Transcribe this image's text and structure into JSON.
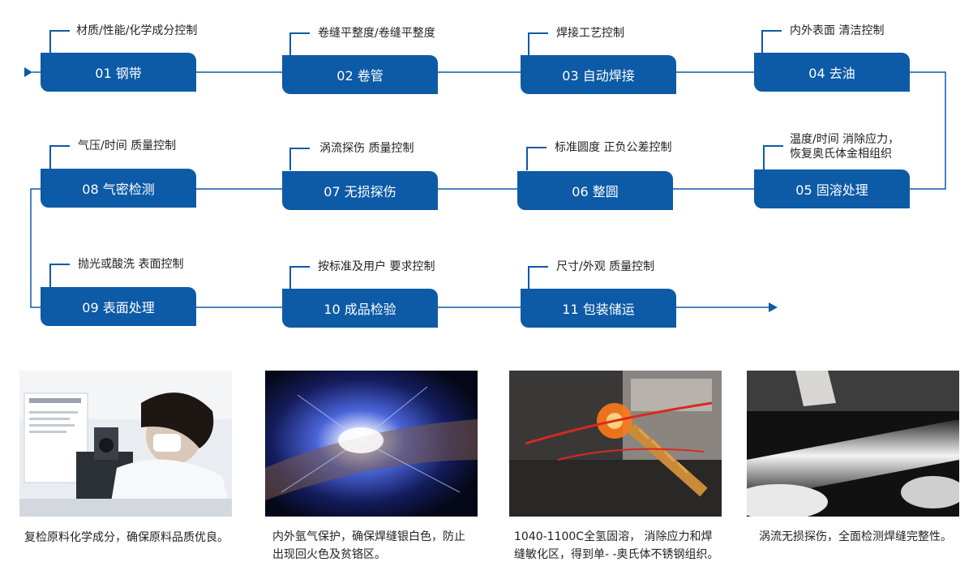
{
  "steps": [
    {
      "label": "01 钢带",
      "note": "材质/性能/化学成分控制"
    },
    {
      "label": "02 卷管",
      "note": "卷缝平整度/卷缝平整度"
    },
    {
      "label": "03 自动焊接",
      "note": "焊接工艺控制"
    },
    {
      "label": "04 去油",
      "note": "内外表面 清洁控制"
    },
    {
      "label": "05 固溶处理",
      "note_lines": [
        "温度/时间 消除应力，",
        "恢复奥氏体金相组织"
      ]
    },
    {
      "label": "06 整圆",
      "note": "标准圆度 正负公差控制"
    },
    {
      "label": "07 无损探伤",
      "note": "涡流探伤 质量控制"
    },
    {
      "label": "08 气密检测",
      "note": "气压/时间  质量控制"
    },
    {
      "label": "09 表面处理",
      "note": "抛光或酸洗  表面控制"
    },
    {
      "label": "10 成品检验",
      "note": "按标准及用户 要求控制"
    },
    {
      "label": "11 包装储运",
      "note": "尺寸/外观 质量控制"
    }
  ],
  "colors": {
    "primary": "#0d5aa7",
    "line": "#0d5aa7"
  },
  "photos": [
    {
      "icon": "lab-inspection-photo",
      "caption_lines": [
        "复检原料化学成分，确保原料品质优良。"
      ]
    },
    {
      "icon": "argon-welding-photo",
      "caption_lines": [
        "内外氩气保护，确保焊缝银白色，防止",
        "出现回火色及贫铬区。"
      ]
    },
    {
      "icon": "induction-annealing-photo",
      "caption_lines": [
        "1040-1100C全氢固溶， 消除应力和焊",
        "缝敏化区，得到单- -奥氏体不锈钢组织。"
      ]
    },
    {
      "icon": "eddy-current-testing-photo",
      "caption_lines": [
        "涡流无损探伤，全面检测焊缝完整性。"
      ]
    }
  ]
}
